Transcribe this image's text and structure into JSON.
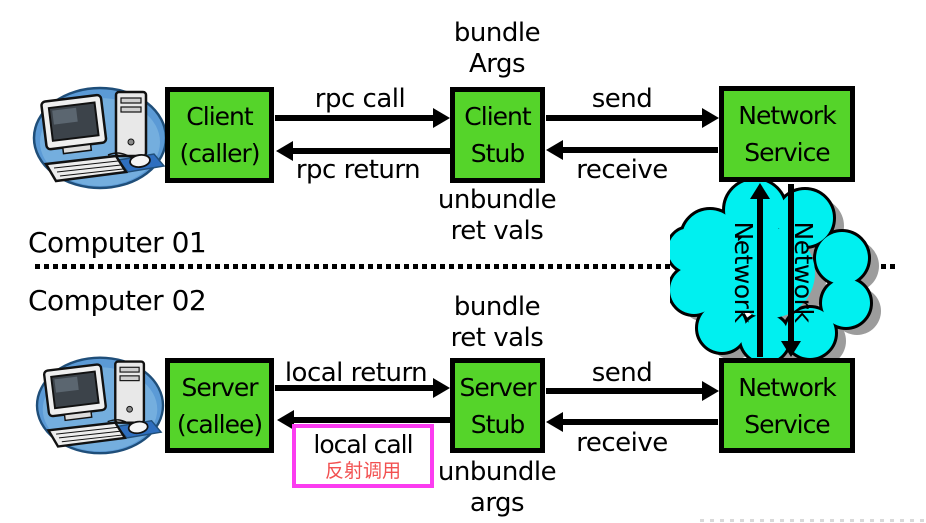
{
  "labels": {
    "computer1": "Computer 01",
    "computer2": "Computer 02"
  },
  "top_row": {
    "client": {
      "line1": "Client",
      "line2": "(caller)"
    },
    "client_stub": {
      "line1": "Client",
      "line2": "Stub"
    },
    "network_service": {
      "line1": "Network",
      "line2": "Service"
    },
    "note_above": {
      "line1": "bundle",
      "line2": "Args"
    },
    "note_below": {
      "line1": "unbundle",
      "line2": "ret vals"
    },
    "arrows": {
      "rpc_call": "rpc call",
      "rpc_return": "rpc return",
      "send": "send",
      "receive": "receive"
    }
  },
  "bottom_row": {
    "server": {
      "line1": "Server",
      "line2": "(callee)"
    },
    "server_stub": {
      "line1": "Server",
      "line2": "Stub"
    },
    "network_service": {
      "line1": "Network",
      "line2": "Service"
    },
    "note_above": {
      "line1": "bundle",
      "line2": "ret vals"
    },
    "note_below": {
      "line1": "unbundle",
      "line2": "args"
    },
    "arrows": {
      "local_return": "local return",
      "local_call": "local call",
      "send": "send",
      "receive": "receive"
    },
    "local_call_annotation": "反射调用"
  },
  "cloud": {
    "left_label": "Network",
    "right_label": "Network"
  },
  "icons": {
    "computer": "desktop-computer-icon",
    "cloud": "network-cloud-icon"
  },
  "colors": {
    "box_green": "#55d42a",
    "cloud_cyan": "#00f0f0",
    "cloud_shadow": "#9c9c9c",
    "callout_magenta": "#fb3cf0",
    "annotation_red": "#f25050",
    "line_black": "#000000"
  }
}
